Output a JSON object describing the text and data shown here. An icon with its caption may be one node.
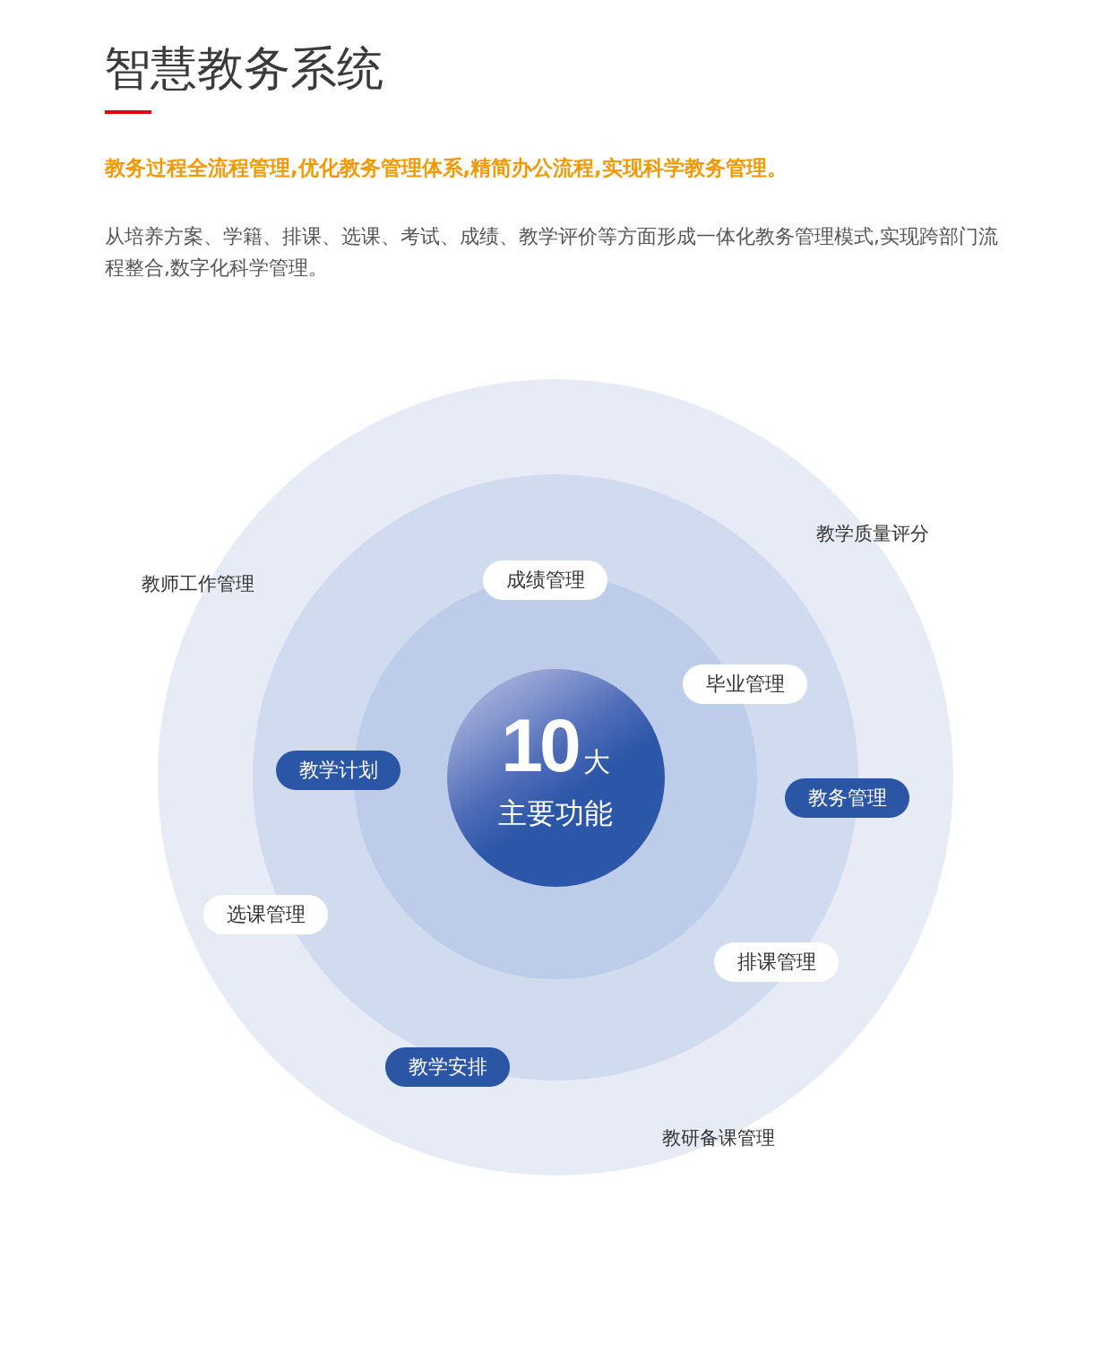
{
  "diagram": {
    "title": "智慧教务系统",
    "nodes": [
      {
        "text": [
          "10大",
          "主要功能"
        ]
      },
      {
        "text": [
          "成绩管理"
        ]
      },
      {
        "text": [
          "毕业管理"
        ]
      },
      {
        "text": [
          "教学计划"
        ]
      },
      {
        "text": [
          "教务管理"
        ]
      },
      {
        "text": [
          "选课管理"
        ]
      },
      {
        "text": [
          "排课管理"
        ]
      },
      {
        "text": [
          "教学安排"
        ]
      }
    ],
    "labels": [
      "教务过程全流程管理,优化教务管理体系,精简办公流程,实现科学教务管理。",
      "从培养方案、学籍、排课、选课、考试、成绩、教学评价等方面形成一体化教务管理模式,实现跨部门流程整合,数字化科学管理。",
      "教学质量评分",
      "教师工作管理",
      "教研备课管理"
    ]
  }
}
